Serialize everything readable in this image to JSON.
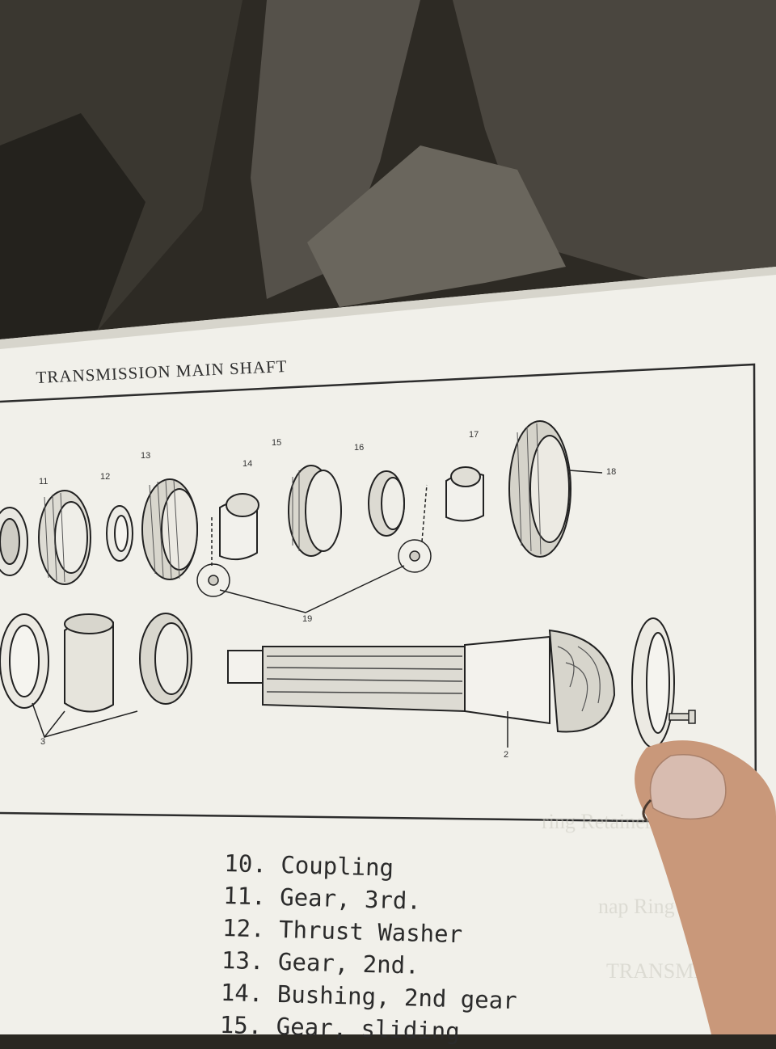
{
  "diagram": {
    "title": "TRANSMISSION MAIN SHAFT",
    "callouts": [
      "11",
      "12",
      "13",
      "14",
      "15",
      "16",
      "17",
      "18",
      "19",
      "2",
      "3"
    ]
  },
  "legend": {
    "items": [
      {
        "num": "10.",
        "label": "Coupling"
      },
      {
        "num": "11.",
        "label": "Gear, 3rd."
      },
      {
        "num": "12.",
        "label": "Thrust Washer"
      },
      {
        "num": "13.",
        "label": "Gear, 2nd."
      },
      {
        "num": "14.",
        "label": "Bushing, 2nd gear"
      },
      {
        "num": "15.",
        "label": "Gear, sliding"
      }
    ]
  }
}
